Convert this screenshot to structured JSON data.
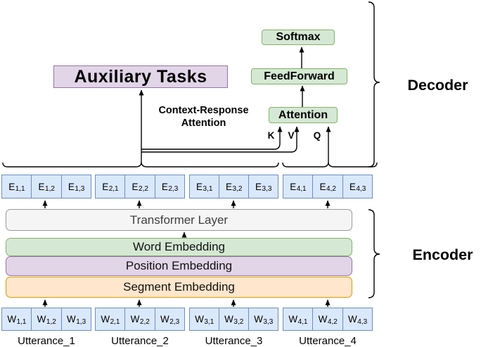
{
  "decoder": {
    "label": "Decoder",
    "softmax": "Softmax",
    "feedforward": "FeedForward",
    "attention": "Attention",
    "attention_inputs": [
      "K",
      "V",
      "Q"
    ]
  },
  "auxiliary_tasks": {
    "label": "Auxiliary Tasks"
  },
  "context_response_attention": {
    "line1": "Context-Response",
    "line2": "Attention"
  },
  "encoder": {
    "label": "Encoder",
    "layers": [
      {
        "label": "Transformer Layer"
      },
      {
        "label": "Word Embedding"
      },
      {
        "label": "Position Embedding"
      },
      {
        "label": "Segment Embedding"
      }
    ]
  },
  "embedding_row": {
    "groups": [
      {
        "cells": [
          {
            "base": "E",
            "sub": "1,1"
          },
          {
            "base": "E",
            "sub": "1,2"
          },
          {
            "base": "E",
            "sub": "1,3"
          }
        ]
      },
      {
        "cells": [
          {
            "base": "E",
            "sub": "2,1"
          },
          {
            "base": "E",
            "sub": "2,2"
          },
          {
            "base": "E",
            "sub": "2,3"
          }
        ]
      },
      {
        "cells": [
          {
            "base": "E",
            "sub": "3,1"
          },
          {
            "base": "E",
            "sub": "3,2"
          },
          {
            "base": "E",
            "sub": "3,3"
          }
        ]
      },
      {
        "cells": [
          {
            "base": "E",
            "sub": "4,1"
          },
          {
            "base": "E",
            "sub": "4,2"
          },
          {
            "base": "E",
            "sub": "4,3"
          }
        ]
      }
    ]
  },
  "token_row": {
    "groups": [
      {
        "cells": [
          {
            "base": "W",
            "sub": "1,1"
          },
          {
            "base": "W",
            "sub": "1,2"
          },
          {
            "base": "W",
            "sub": "1,3"
          }
        ]
      },
      {
        "cells": [
          {
            "base": "W",
            "sub": "2,1"
          },
          {
            "base": "W",
            "sub": "2,2"
          },
          {
            "base": "W",
            "sub": "2,3"
          }
        ]
      },
      {
        "cells": [
          {
            "base": "W",
            "sub": "3,1"
          },
          {
            "base": "W",
            "sub": "3,2"
          },
          {
            "base": "W",
            "sub": "3,3"
          }
        ]
      },
      {
        "cells": [
          {
            "base": "W",
            "sub": "4,1"
          },
          {
            "base": "W",
            "sub": "4,2"
          },
          {
            "base": "W",
            "sub": "4,3"
          }
        ]
      }
    ]
  },
  "utterances": [
    "Utterance_1",
    "Utterance_2",
    "Utterance_3",
    "Utterance_4"
  ],
  "colors": {
    "green_fill": "#d5e8d4",
    "green_stroke": "#82b366",
    "blue_fill": "#dae8fc",
    "blue_stroke": "#6c8ebf",
    "purple_fill": "#e1d5e7",
    "purple_stroke": "#9673a6",
    "orange_fill": "#ffe6cc",
    "orange_stroke": "#d79b00",
    "gray_fill": "#f5f5f5",
    "gray_stroke": "#999999",
    "wire": "#000000"
  }
}
